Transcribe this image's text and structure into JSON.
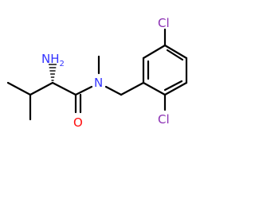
{
  "molecule": {
    "atoms": {
      "amine": {
        "text": "NH",
        "subscript": "2",
        "color": "#3333ff"
      },
      "amide_n": {
        "text": "N",
        "color": "#3333ff"
      },
      "carbonyl_o": {
        "text": "O",
        "color": "#ff0d0d"
      },
      "cl_top": {
        "text": "Cl",
        "color": "#8b2fb3"
      },
      "cl_bottom": {
        "text": "Cl",
        "color": "#8b2fb3"
      }
    },
    "bond_color": "#000000"
  }
}
